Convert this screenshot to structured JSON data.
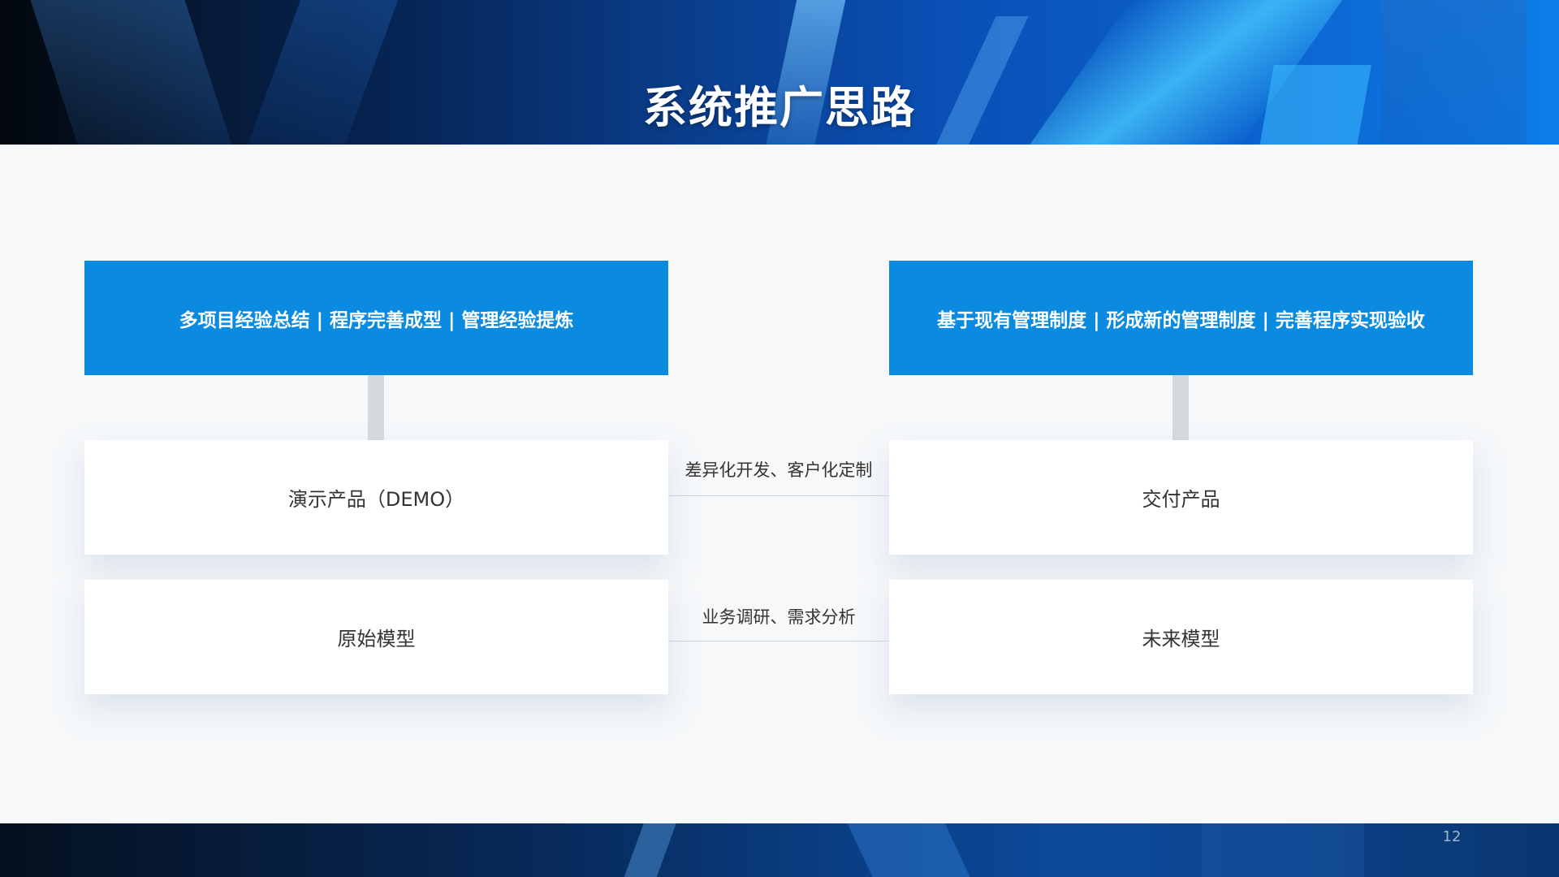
{
  "title": "系统推广思路",
  "page_number": "12",
  "left_column": {
    "header": "多项目经验总结 | 程序完善成型 | 管理经验提炼",
    "card_top": "演示产品（DEMO）",
    "card_bottom": "原始模型"
  },
  "right_column": {
    "header": "基于现有管理制度 | 形成新的管理制度 | 完善程序实现验收",
    "card_top": "交付产品",
    "card_bottom": "未来模型"
  },
  "connectors": {
    "top": "差异化开发、客户化定制",
    "bottom": "业务调研、需求分析"
  },
  "colors": {
    "accent": "#0a8be0",
    "arrow": "#d6d9dc",
    "text": "#333333",
    "header_text": "#ffffff"
  },
  "icons": [
    "down-arrow-icon",
    "down-arrow-icon"
  ]
}
